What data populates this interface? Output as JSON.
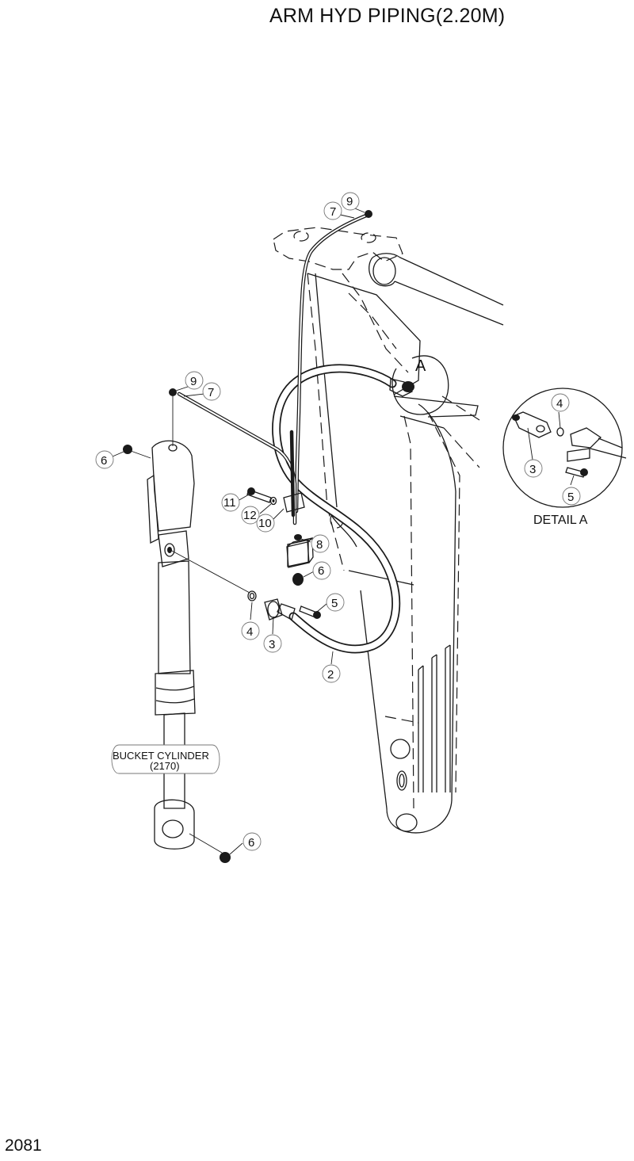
{
  "title": "ARM HYD PIPING(2.20M)",
  "page_number": "2081",
  "detail_letter": "A",
  "detail_label": "DETAIL  A",
  "bucket_cylinder": {
    "line1": "BUCKET CYLINDER",
    "line2": "(2170)"
  },
  "callouts": {
    "c9_top": "9",
    "c7_top": "7",
    "c9_left": "9",
    "c7_left": "7",
    "c6_left": "6",
    "c11": "11",
    "c12": "12",
    "c10": "10",
    "c8": "8",
    "c6_mid": "6",
    "c5_mid": "5",
    "c4_mid": "4",
    "c3_mid": "3",
    "c2": "2",
    "c6_bottom": "6",
    "c4_detail": "4",
    "c3_detail": "3",
    "c5_detail": "5"
  }
}
